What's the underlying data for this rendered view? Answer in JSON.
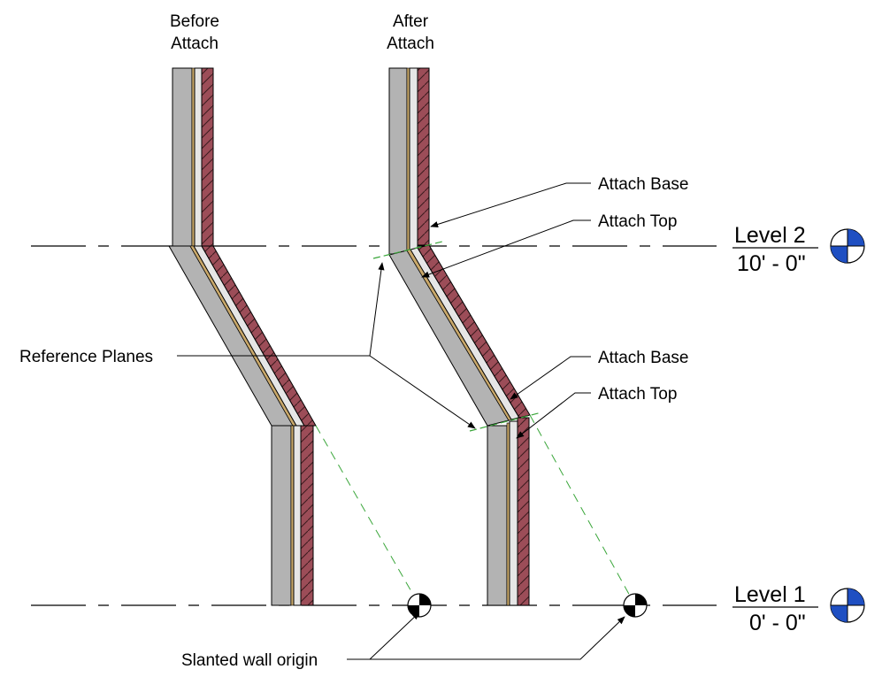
{
  "headings": {
    "before": [
      "Before",
      "Attach"
    ],
    "after": [
      "After",
      "Attach"
    ]
  },
  "levels": {
    "level2": {
      "name": "Level 2",
      "elevation": "10' - 0\""
    },
    "level1": {
      "name": "Level 1",
      "elevation": "0' - 0\""
    }
  },
  "callouts": {
    "attach_base_upper": "Attach Base",
    "attach_top_upper": "Attach Top",
    "attach_base_lower": "Attach Base",
    "attach_top_lower": "Attach Top",
    "reference_planes": "Reference Planes",
    "slanted_wall_origin": "Slanted wall origin"
  },
  "colors": {
    "wall_core": "#b3b3b3",
    "wall_finish": "#e6e6e6",
    "wall_brick": "#9c4d58",
    "wall_thin_layer": "#c9a86a",
    "reference_plane": "#3aa63a",
    "level_marker_blue": "#1f4fc2",
    "origin_marker": "#000000"
  },
  "icons": {
    "level_marker": "level-head-icon",
    "origin_marker": "origin-point-icon"
  }
}
